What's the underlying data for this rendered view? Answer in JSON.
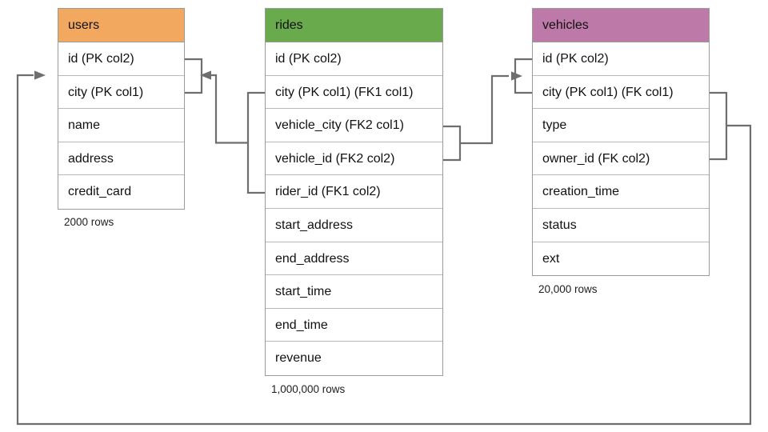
{
  "diagram": {
    "title": "database-schema-er-diagram",
    "background": "#ffffff",
    "connector_color": "#6E6E6E",
    "border_color": "#9a9a9a"
  },
  "entities": [
    {
      "id": "users",
      "name": "users",
      "header_color": "#F2A85F",
      "row_count_label": "2000 rows",
      "fields": [
        {
          "label": "id (PK col2)"
        },
        {
          "label": "city (PK col1)"
        },
        {
          "label": "name"
        },
        {
          "label": "address"
        },
        {
          "label": "credit_card"
        }
      ]
    },
    {
      "id": "rides",
      "name": "rides",
      "header_color": "#69AA4C",
      "row_count_label": "1,000,000 rows",
      "fields": [
        {
          "label": "id (PK col2)"
        },
        {
          "label": "city (PK col1) (FK1 col1)"
        },
        {
          "label": "vehicle_city (FK2 col1)"
        },
        {
          "label": "vehicle_id (FK2 col2)"
        },
        {
          "label": "rider_id (FK1 col2)"
        },
        {
          "label": "start_address"
        },
        {
          "label": "end_address"
        },
        {
          "label": "start_time"
        },
        {
          "label": "end_time"
        },
        {
          "label": "revenue"
        }
      ]
    },
    {
      "id": "vehicles",
      "name": "vehicles",
      "header_color": "#BD79A7",
      "row_count_label": "20,000 rows",
      "fields": [
        {
          "label": "id (PK col2)"
        },
        {
          "label": "city (PK col1) (FK col1)"
        },
        {
          "label": "type"
        },
        {
          "label": "owner_id (FK col2)"
        },
        {
          "label": "creation_time"
        },
        {
          "label": "status"
        },
        {
          "label": "ext"
        }
      ]
    }
  ],
  "relationships": [
    {
      "id": "rides-fk1-to-users",
      "from": "rides.city + rides.rider_id (FK1)",
      "to": "users.id + users.city (PK)"
    },
    {
      "id": "rides-fk2-to-vehicles",
      "from": "rides.vehicle_city + rides.vehicle_id (FK2)",
      "to": "vehicles.id + vehicles.city (PK)"
    },
    {
      "id": "vehicles-fk-to-users",
      "from": "vehicles.city + vehicles.owner_id (FK)",
      "to": "users.id + users.city (PK)"
    }
  ]
}
